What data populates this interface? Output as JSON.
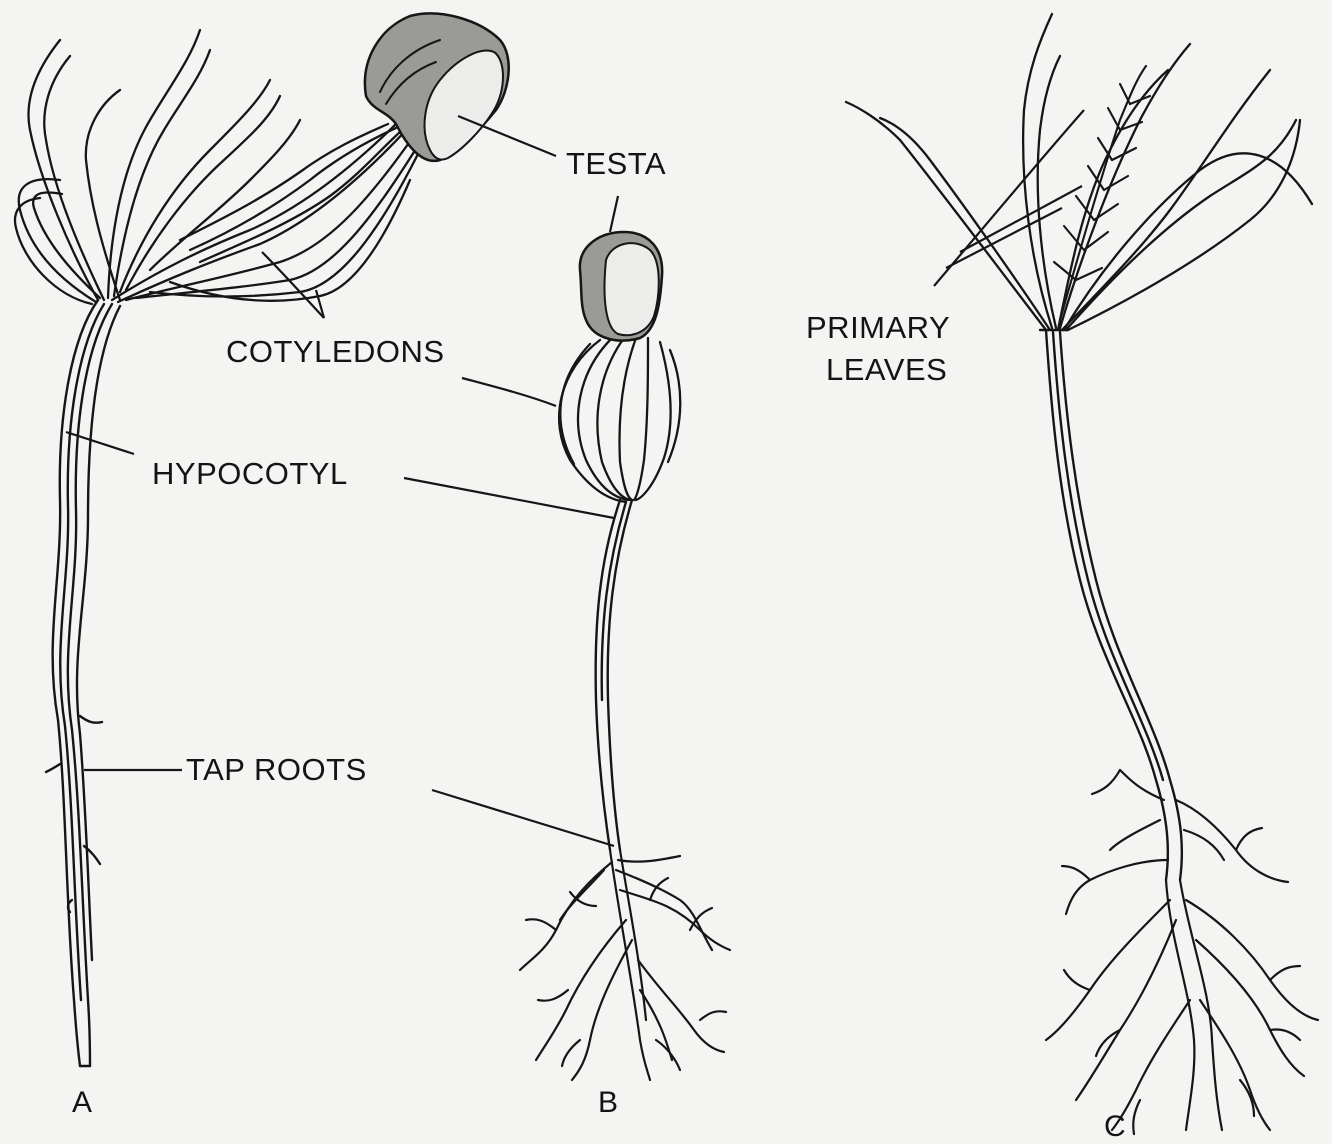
{
  "labels": {
    "testa": "TESTA",
    "cotyledons": "COTYLEDONS",
    "hypocotyl": "HYPOCOTYL",
    "tap_roots": "TAP ROOTS",
    "primary_leaves_line1": "PRIMARY",
    "primary_leaves_line2": "LEAVES"
  },
  "figures": {
    "a": "A",
    "b": "B",
    "c": "C"
  },
  "colors": {
    "ink": "#161616",
    "background": "#f4f4f2",
    "seed_coat_shade": "#9a9a96"
  }
}
